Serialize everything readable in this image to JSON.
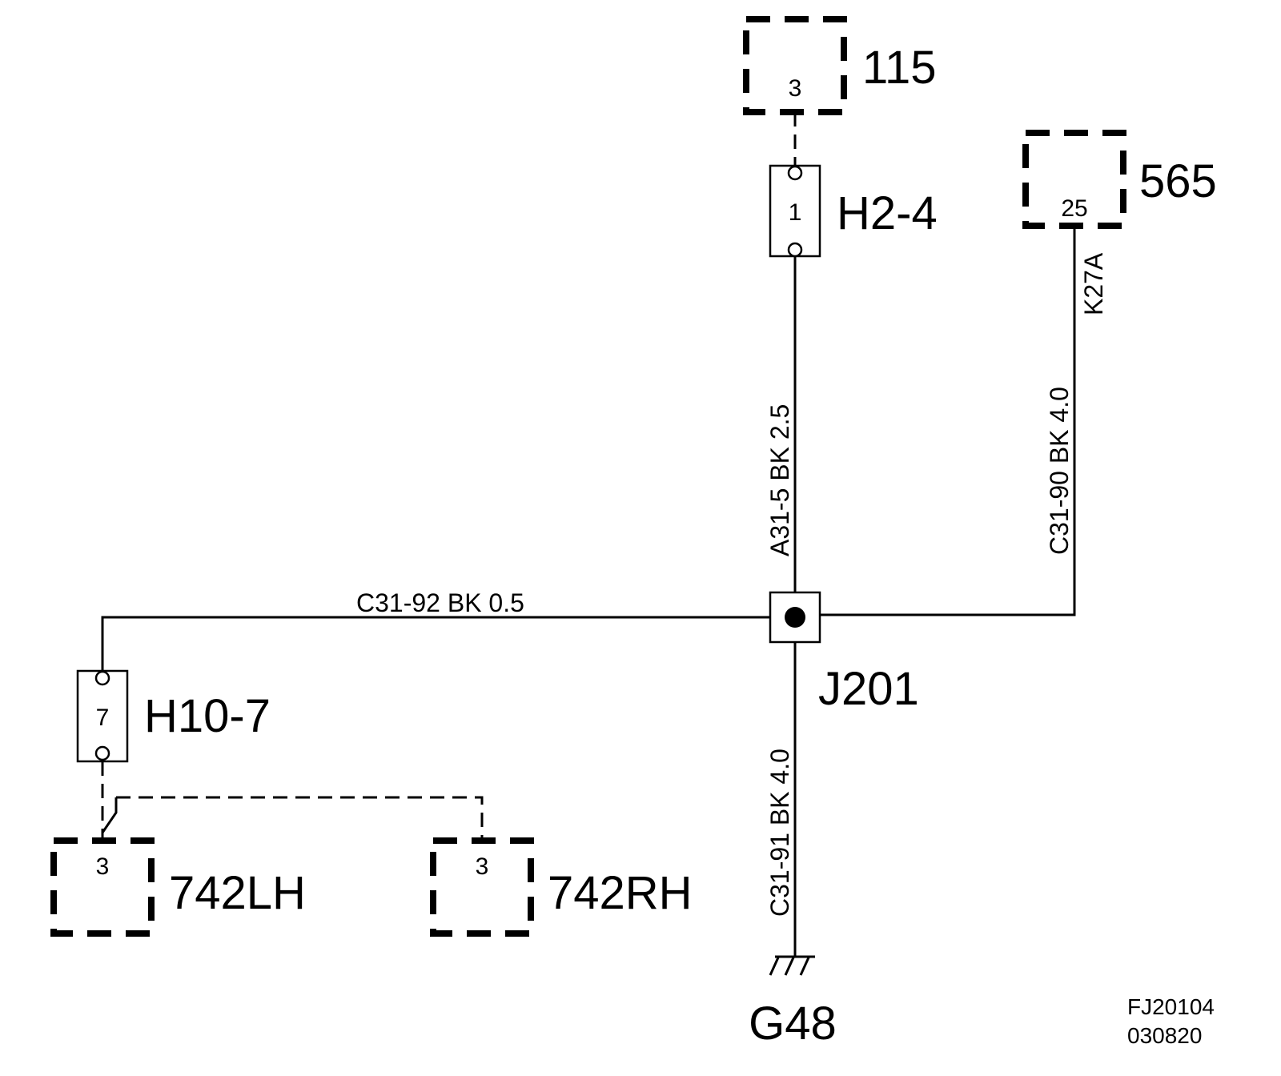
{
  "components": {
    "c115": {
      "id": "115",
      "pin": "3"
    },
    "c565": {
      "id": "565",
      "pin": "25"
    },
    "c742lh": {
      "id": "742LH",
      "pin": "3"
    },
    "c742rh": {
      "id": "742RH",
      "pin": "3"
    }
  },
  "connectors": {
    "h2_4": {
      "id": "H2-4",
      "pin": "1"
    },
    "h10_7": {
      "id": "H10-7",
      "pin": "7"
    }
  },
  "splice": {
    "id": "J201"
  },
  "ground": {
    "id": "G48"
  },
  "wires": {
    "a31_5": "A31-5  BK  2.5",
    "c31_90": "C31-90  BK  4.0",
    "c31_90_circuit": "K27A",
    "c31_92": "C31-92  BK    0.5",
    "c31_91": "C31-91  BK  4.0"
  },
  "footer": {
    "line1": "FJ20104",
    "line2": "030820"
  }
}
